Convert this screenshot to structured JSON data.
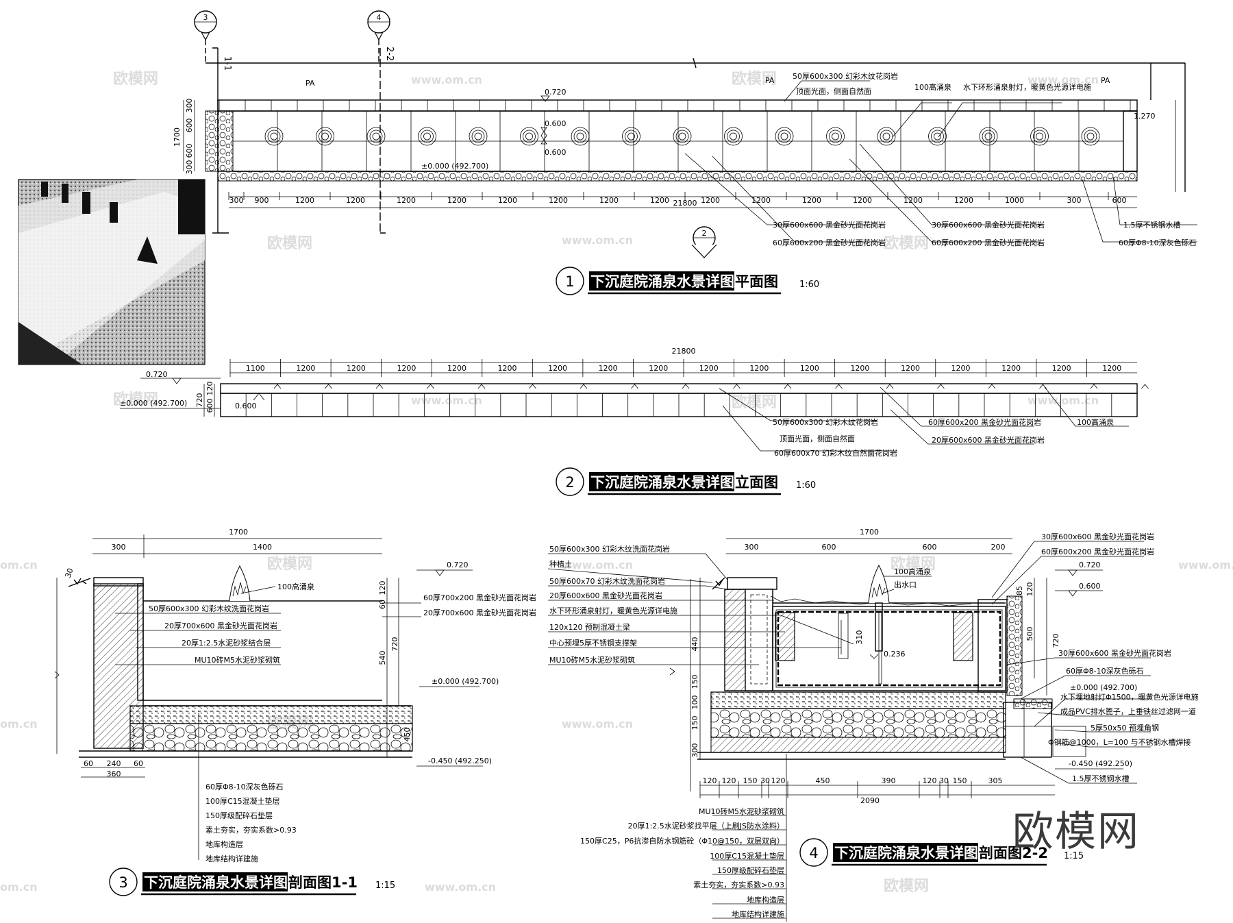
{
  "watermarks": {
    "brand": "欧模网",
    "site": "www.om.cn",
    "site_short": "om.cn"
  },
  "logo": "欧模网",
  "markers": {
    "m3": "3",
    "m4": "4",
    "m2": "2",
    "m1_num": "1",
    "m2_num": "2",
    "m3_num": "3",
    "m4_num": "4"
  },
  "plan": {
    "title_box": "下沉庭院涌泉水景详图",
    "title_tail": "平面图",
    "scale": "1:60",
    "section_1": "1-1",
    "section_2": "2-2",
    "pa": "PA",
    "elev_top": "0.720",
    "elev_top2": "0.600",
    "elev_top3": "0.600",
    "elev_right": "1.270",
    "zero": "±0.000 (492.700)",
    "left_dims": [
      "300",
      "600",
      "600",
      "300"
    ],
    "left_total": "1700",
    "top_dims": [
      "300",
      "900",
      "1200",
      "1200",
      "1200",
      "1200",
      "1200",
      "1200",
      "1200",
      "1200",
      "1200",
      "1200",
      "1200",
      "1200",
      "1200",
      "1200",
      "1000",
      "300",
      "600"
    ],
    "total": "21800",
    "notes_top": [
      "50厚600x300 幻彩木纹花岗岩",
      "顶面光面，侧面自然面",
      "100高涌泉",
      "水下环形涌泉射灯，暖黄色光源详电施"
    ],
    "notes_bottom": [
      "30厚600x600 黑金砂光面花岗岩",
      "60厚600x200 黑金砂光面花岗岩",
      "30厚600x600 黑金砂光面花岗岩",
      "60厚600x200 黑金砂光面花岗岩",
      "1.5厚不锈钢水槽",
      "60厚Φ8-10深灰色砾石"
    ]
  },
  "elevation": {
    "title_box": "下沉庭院涌泉水景详图",
    "title_tail": "立面图",
    "scale": "1:60",
    "total": "21800",
    "dims": [
      "1100",
      "1200",
      "1200",
      "1200",
      "1200",
      "1200",
      "1200",
      "1200",
      "1200",
      "1200",
      "1200",
      "1200",
      "1200",
      "1200",
      "1200",
      "1200",
      "1200",
      "1200"
    ],
    "elev_top": "0.720",
    "zero": "±0.000 (492.700)",
    "elev_mid": "0.600",
    "left_dims": [
      "120",
      "600"
    ],
    "left_total": "720",
    "notes": [
      "50厚600x300 幻彩木纹花岗岩",
      "顶面光面，侧面自然面",
      "60厚600x70 幻彩木纹自然面花岗岩",
      "60厚600x200 黑金砂光面花岗岩",
      "20厚600x600 黑金砂光面花岗岩",
      "100高涌泉"
    ]
  },
  "sec11": {
    "title_box": "下沉庭院涌泉水景详图",
    "title_tail": "剖面图1-1",
    "scale": "1:15",
    "top_total": "1700",
    "top_dims": [
      "300",
      "1400"
    ],
    "elev_top": "0.720",
    "zero": "±0.000 (492.700)",
    "elev_bot": "-0.450 (492.250)",
    "right_dims": [
      "120",
      "60",
      "540",
      "720",
      "450"
    ],
    "left_dim": "30",
    "bottom_dims": [
      "60",
      "240",
      "60"
    ],
    "bottom_total": "360",
    "notes_right": [
      "60厚700x200 黑金砂光面花岗岩",
      "20厚700x600 黑金砂光面花岗岩",
      "100高涌泉"
    ],
    "notes_wall": [
      "50厚600x300 幻彩木纹洗面花岗岩",
      "20厚700x600 黑金砂光面花岗岩",
      "20厚1:2.5水泥砂浆结合层",
      "MU10砖M5水泥砂浆砌筑"
    ],
    "notes_bottom": [
      "60厚Φ8-10深灰色砾石",
      "100厚C15混凝土垫层",
      "150厚级配碎石垫层",
      "素土夯实，夯实系数>0.93",
      "地库构造层",
      "地库结构详建施"
    ]
  },
  "sec22": {
    "title_box": "下沉庭院涌泉水景详图",
    "title_tail": "剖面图2-2",
    "scale": "1:15",
    "top_total": "1700",
    "top_dims": [
      "300",
      "600",
      "600",
      "200"
    ],
    "elev_top": "0.720",
    "elev_mid": "0.600",
    "zero": "±0.000 (492.700)",
    "elev_bot": "-0.450 (492.250)",
    "inner_elev": "0.236",
    "left_dims": [
      "440",
      "150",
      "100",
      "150",
      "300"
    ],
    "right_dims": [
      "120",
      "500",
      "720"
    ],
    "inner_dim": "310",
    "inner_dim2": "85",
    "bottom_dims": [
      "120",
      "120",
      "150",
      "30",
      "120",
      "450",
      "390",
      "120",
      "30",
      "150",
      "305"
    ],
    "bottom_total": "2090",
    "notes_left": [
      "50厚600x300 幻彩木纹洗面花岗岩",
      "种植土",
      "50厚600x70 幻彩木纹洗面花岗岩",
      "20厚600x600 黑金砂光面花岗岩",
      "水下环形涌泉射灯，暖黄色光源详电施",
      "120x120 预制混凝土梁",
      "中心预埋5厚不锈钢支撑架",
      "MU10砖M5水泥砂浆砌筑"
    ],
    "notes_inner": [
      "100高涌泉",
      "出水口"
    ],
    "notes_right": [
      "30厚600x600 黑金砂光面花岗岩",
      "60厚600x200 黑金砂光面花岗岩",
      "30厚600x600 黑金砂光面花岗岩",
      "60厚Φ8-10深灰色砾石",
      "水下埋地射灯Φ1500，暖黄色光源详电施",
      "成品PVC排水篦子，上垂铁丝过滤网一道",
      "5厚50x50 预埋角钢",
      "Φ钢筋@1000，L=100 与不锈钢水槽焊接",
      "1.5厚不锈钢水槽"
    ],
    "notes_bottom": [
      "MU10砖M5水泥砂浆砌筑",
      "20厚1:2.5水泥砂浆找平层（上刷JS防水涂料）",
      "150厚C25，P6抗渗自防水钢筋砼（Φ10@150，双层双向）",
      "100厚C15混凝土垫层",
      "150厚级配碎石垫层",
      "素土夯实，夯实系数>0.93",
      "地库构造层",
      "地库结构详建施"
    ]
  }
}
